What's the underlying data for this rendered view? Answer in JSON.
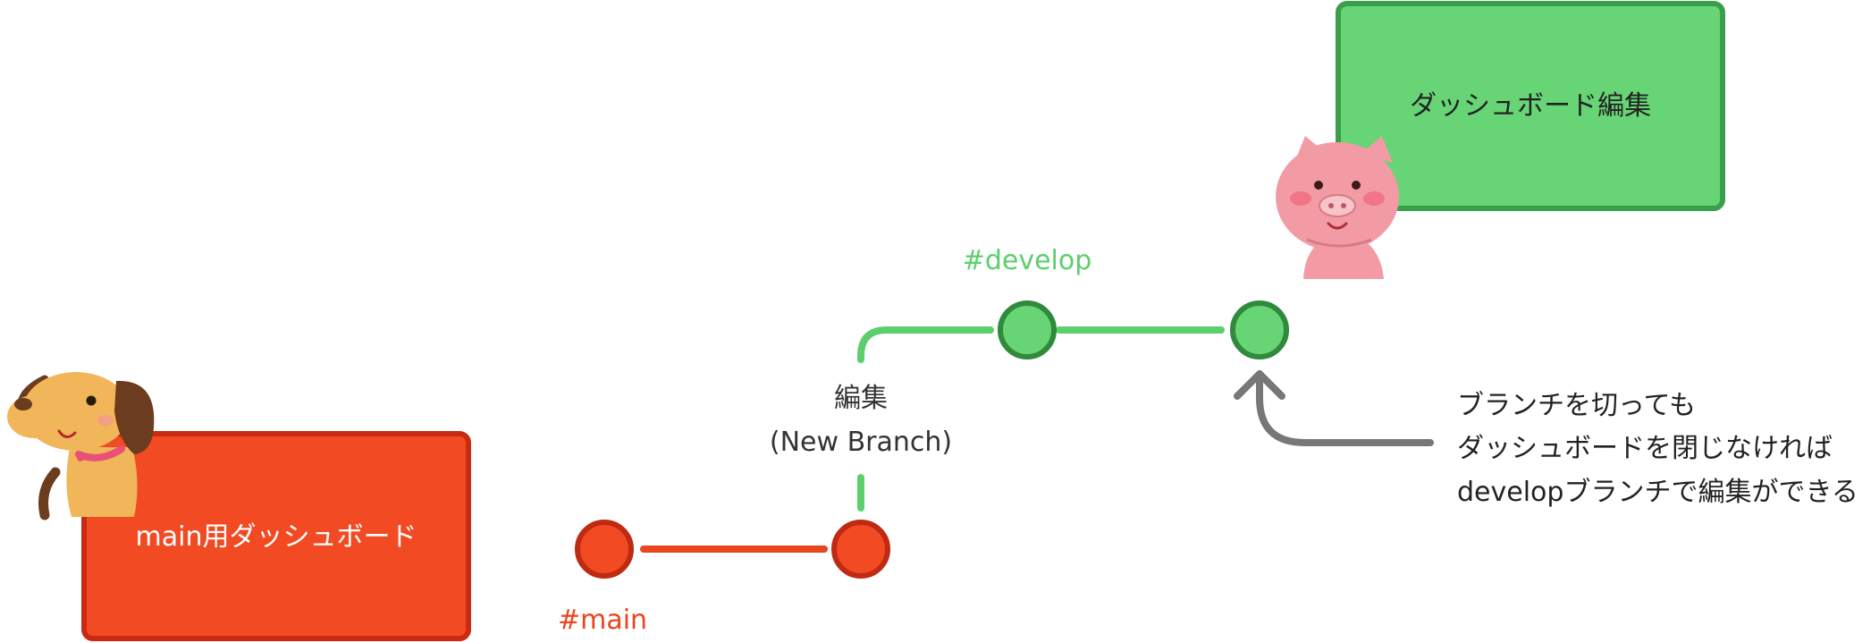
{
  "main_box": {
    "label": "main用ダッシュボード",
    "fill": "#f24a22",
    "stroke": "#c92a12",
    "text_color": "#ffffff"
  },
  "develop_box": {
    "label": "ダッシュボード編集",
    "fill": "#67d575",
    "stroke": "#3b9e4a",
    "text_color": "#222222"
  },
  "branch_labels": {
    "main": "#main",
    "develop": "#develop",
    "main_color": "#e8461f",
    "develop_color": "#5ccf6c"
  },
  "branch_point": {
    "line1": "編集",
    "line2": "(New Branch)"
  },
  "note": {
    "line1": "ブランチを切っても",
    "line2": "ダッシュボードを閉じなければ",
    "line3": "developブランチで編集ができる"
  },
  "colors": {
    "main_commit_fill": "#f24a22",
    "main_commit_stroke": "#c02a12",
    "develop_commit_fill": "#67d575",
    "develop_commit_stroke": "#2f8a3c",
    "arrow": "#777777"
  },
  "illustrations": {
    "dog": "dog-illustration",
    "pig": "pig-illustration"
  }
}
